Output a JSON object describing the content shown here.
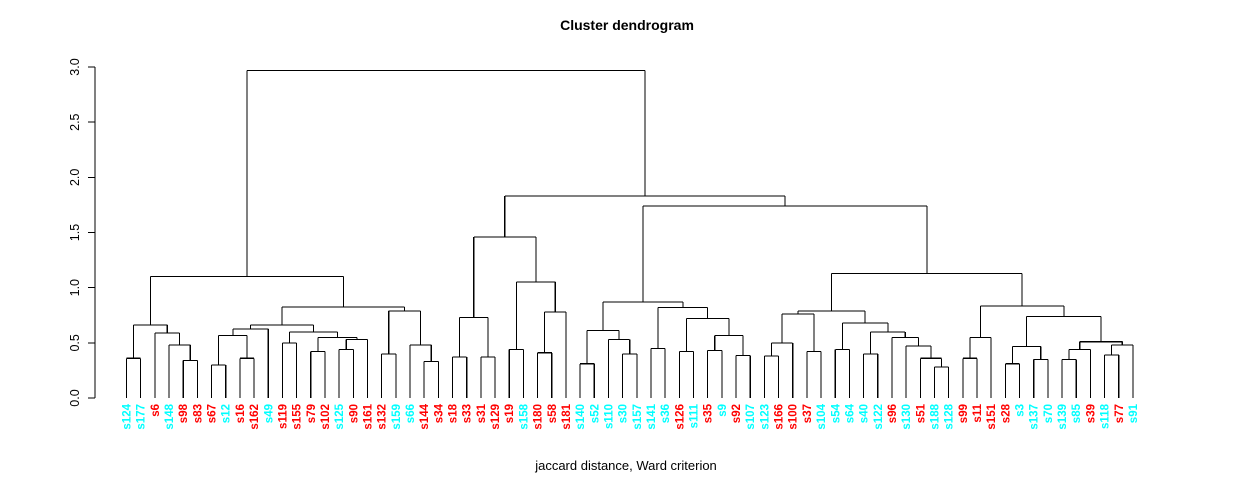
{
  "title": "Cluster dendrogram",
  "xlabel": "jaccard distance, Ward criterion",
  "colors": {
    "red": "#ff0000",
    "cyan": "#00ffff",
    "line": "#000000"
  },
  "y_axis": {
    "ticks": [
      "0.0",
      "0.5",
      "1.0",
      "1.5",
      "2.0",
      "2.5",
      "3.0"
    ],
    "min": 0.0,
    "max": 3.0
  },
  "chart_data": {
    "type": "dendrogram",
    "title": "Cluster dendrogram",
    "xlabel": "jaccard distance, Ward criterion",
    "ylabel": "",
    "ylim": [
      0,
      3
    ],
    "root_height": 2.97,
    "legend_position": "none",
    "grid": false,
    "leaves": [
      {
        "label": "s124",
        "color": "cyan"
      },
      {
        "label": "s177",
        "color": "cyan"
      },
      {
        "label": "s6",
        "color": "red"
      },
      {
        "label": "s148",
        "color": "cyan"
      },
      {
        "label": "s98",
        "color": "red"
      },
      {
        "label": "s83",
        "color": "red"
      },
      {
        "label": "s67",
        "color": "red"
      },
      {
        "label": "s12",
        "color": "cyan"
      },
      {
        "label": "s16",
        "color": "red"
      },
      {
        "label": "s162",
        "color": "red"
      },
      {
        "label": "s49",
        "color": "cyan"
      },
      {
        "label": "s119",
        "color": "red"
      },
      {
        "label": "s155",
        "color": "red"
      },
      {
        "label": "s79",
        "color": "red"
      },
      {
        "label": "s102",
        "color": "red"
      },
      {
        "label": "s125",
        "color": "cyan"
      },
      {
        "label": "s90",
        "color": "red"
      },
      {
        "label": "s161",
        "color": "red"
      },
      {
        "label": "s132",
        "color": "red"
      },
      {
        "label": "s159",
        "color": "cyan"
      },
      {
        "label": "s66",
        "color": "cyan"
      },
      {
        "label": "s144",
        "color": "red"
      },
      {
        "label": "s34",
        "color": "red"
      },
      {
        "label": "s18",
        "color": "red"
      },
      {
        "label": "s33",
        "color": "red"
      },
      {
        "label": "s31",
        "color": "red"
      },
      {
        "label": "s129",
        "color": "red"
      },
      {
        "label": "s19",
        "color": "red"
      },
      {
        "label": "s158",
        "color": "cyan"
      },
      {
        "label": "s180",
        "color": "red"
      },
      {
        "label": "s58",
        "color": "red"
      },
      {
        "label": "s181",
        "color": "red"
      },
      {
        "label": "s140",
        "color": "cyan"
      },
      {
        "label": "s52",
        "color": "cyan"
      },
      {
        "label": "s110",
        "color": "cyan"
      },
      {
        "label": "s30",
        "color": "cyan"
      },
      {
        "label": "s157",
        "color": "cyan"
      },
      {
        "label": "s141",
        "color": "cyan"
      },
      {
        "label": "s36",
        "color": "cyan"
      },
      {
        "label": "s126",
        "color": "red"
      },
      {
        "label": "s111",
        "color": "cyan"
      },
      {
        "label": "s35",
        "color": "red"
      },
      {
        "label": "s9",
        "color": "cyan"
      },
      {
        "label": "s92",
        "color": "red"
      },
      {
        "label": "s107",
        "color": "cyan"
      },
      {
        "label": "s123",
        "color": "cyan"
      },
      {
        "label": "s166",
        "color": "red"
      },
      {
        "label": "s100",
        "color": "red"
      },
      {
        "label": "s37",
        "color": "red"
      },
      {
        "label": "s104",
        "color": "cyan"
      },
      {
        "label": "s54",
        "color": "cyan"
      },
      {
        "label": "s64",
        "color": "cyan"
      },
      {
        "label": "s40",
        "color": "cyan"
      },
      {
        "label": "s122",
        "color": "cyan"
      },
      {
        "label": "s96",
        "color": "red"
      },
      {
        "label": "s130",
        "color": "cyan"
      },
      {
        "label": "s51",
        "color": "red"
      },
      {
        "label": "s188",
        "color": "cyan"
      },
      {
        "label": "s128",
        "color": "cyan"
      },
      {
        "label": "s99",
        "color": "red"
      },
      {
        "label": "s11",
        "color": "red"
      },
      {
        "label": "s151",
        "color": "red"
      },
      {
        "label": "s28",
        "color": "red"
      },
      {
        "label": "s3",
        "color": "cyan"
      },
      {
        "label": "s137",
        "color": "cyan"
      },
      {
        "label": "s70",
        "color": "cyan"
      },
      {
        "label": "s139",
        "color": "cyan"
      },
      {
        "label": "s85",
        "color": "cyan"
      },
      {
        "label": "s39",
        "color": "red"
      },
      {
        "label": "s118",
        "color": "cyan"
      },
      {
        "label": "s77",
        "color": "red"
      },
      {
        "label": "s91",
        "color": "cyan"
      }
    ],
    "tree": [
      2.97,
      [
        1.1,
        [
          0.66,
          [
            0.36,
            "s124",
            "s177"
          ],
          [
            0.59,
            "s6",
            [
              0.48,
              "s148",
              [
                0.34,
                "s98",
                "s83"
              ]
            ]
          ]
        ],
        [
          0.825,
          [
            0.66,
            [
              0.625,
              [
                0.565,
                [
                  0.3,
                  "s67",
                  "s12"
                ],
                [
                  0.36,
                  "s16",
                  "s162"
                ]
              ],
              "s49"
            ],
            [
              0.6,
              [
                0.5,
                "s119",
                "s155"
              ],
              [
                0.55,
                [
                  0.42,
                  "s79",
                  "s102"
                ],
                [
                  0.53,
                  [
                    0.44,
                    "s125",
                    "s90"
                  ],
                  "s161"
                ]
              ]
            ]
          ],
          [
            0.79,
            [
              0.4,
              "s132",
              "s159"
            ],
            [
              0.48,
              "s66",
              [
                0.33,
                "s144",
                "s34"
              ]
            ]
          ]
        ]
      ],
      [
        1.83,
        [
          1.46,
          [
            0.73,
            [
              0.37,
              "s18",
              "s33"
            ],
            [
              0.37,
              "s31",
              "s129"
            ]
          ],
          [
            1.05,
            [
              0.44,
              "s19",
              "s158"
            ],
            [
              0.78,
              [
                0.41,
                "s180",
                "s58"
              ],
              "s181"
            ]
          ]
        ],
        [
          1.74,
          [
            0.87,
            [
              0.61,
              [
                0.31,
                "s140",
                "s52"
              ],
              [
                0.53,
                "s110",
                [
                  0.4,
                  "s30",
                  "s157"
                ]
              ]
            ],
            [
              0.82,
              [
                0.45,
                "s141",
                "s36"
              ],
              [
                0.72,
                [
                  0.42,
                  "s126",
                  "s111"
                ],
                [
                  0.565,
                  [
                    0.43,
                    "s35",
                    "s9"
                  ],
                  [
                    0.385,
                    "s92",
                    "s107"
                  ]
                ]
              ]
            ]
          ],
          [
            1.13,
            [
              0.79,
              [
                0.76,
                [
                  0.5,
                  [
                    0.38,
                    "s123",
                    "s166"
                  ],
                  "s100"
                ],
                [
                  0.42,
                  "s37",
                  "s104"
                ]
              ],
              [
                0.68,
                [
                  0.44,
                  "s54",
                  "s64"
                ],
                [
                  0.6,
                  [
                    0.4,
                    "s40",
                    "s122"
                  ],
                  [
                    0.55,
                    "s96",
                    [
                      0.47,
                      "s130",
                      [
                        0.36,
                        "s51",
                        [
                          0.28,
                          "s188",
                          "s128"
                        ]
                      ]
                    ]
                  ]
                ]
              ]
            ],
            [
              0.834,
              [
                0.55,
                [
                  0.36,
                  "s99",
                  "s11"
                ],
                "s151"
              ],
              [
                0.74,
                [
                  0.465,
                  [
                    0.31,
                    "s28",
                    "s3"
                  ],
                  [
                    0.35,
                    "s137",
                    "s70"
                  ]
                ],
                [
                  0.51,
                  [
                    0.44,
                    [
                      0.35,
                      "s139",
                      "s85"
                    ],
                    "s39"
                  ],
                  [
                    0.48,
                    [
                      0.39,
                      "s118",
                      "s77"
                    ],
                    "s91"
                  ]
                ]
              ]
            ]
          ]
        ]
      ]
    ]
  }
}
